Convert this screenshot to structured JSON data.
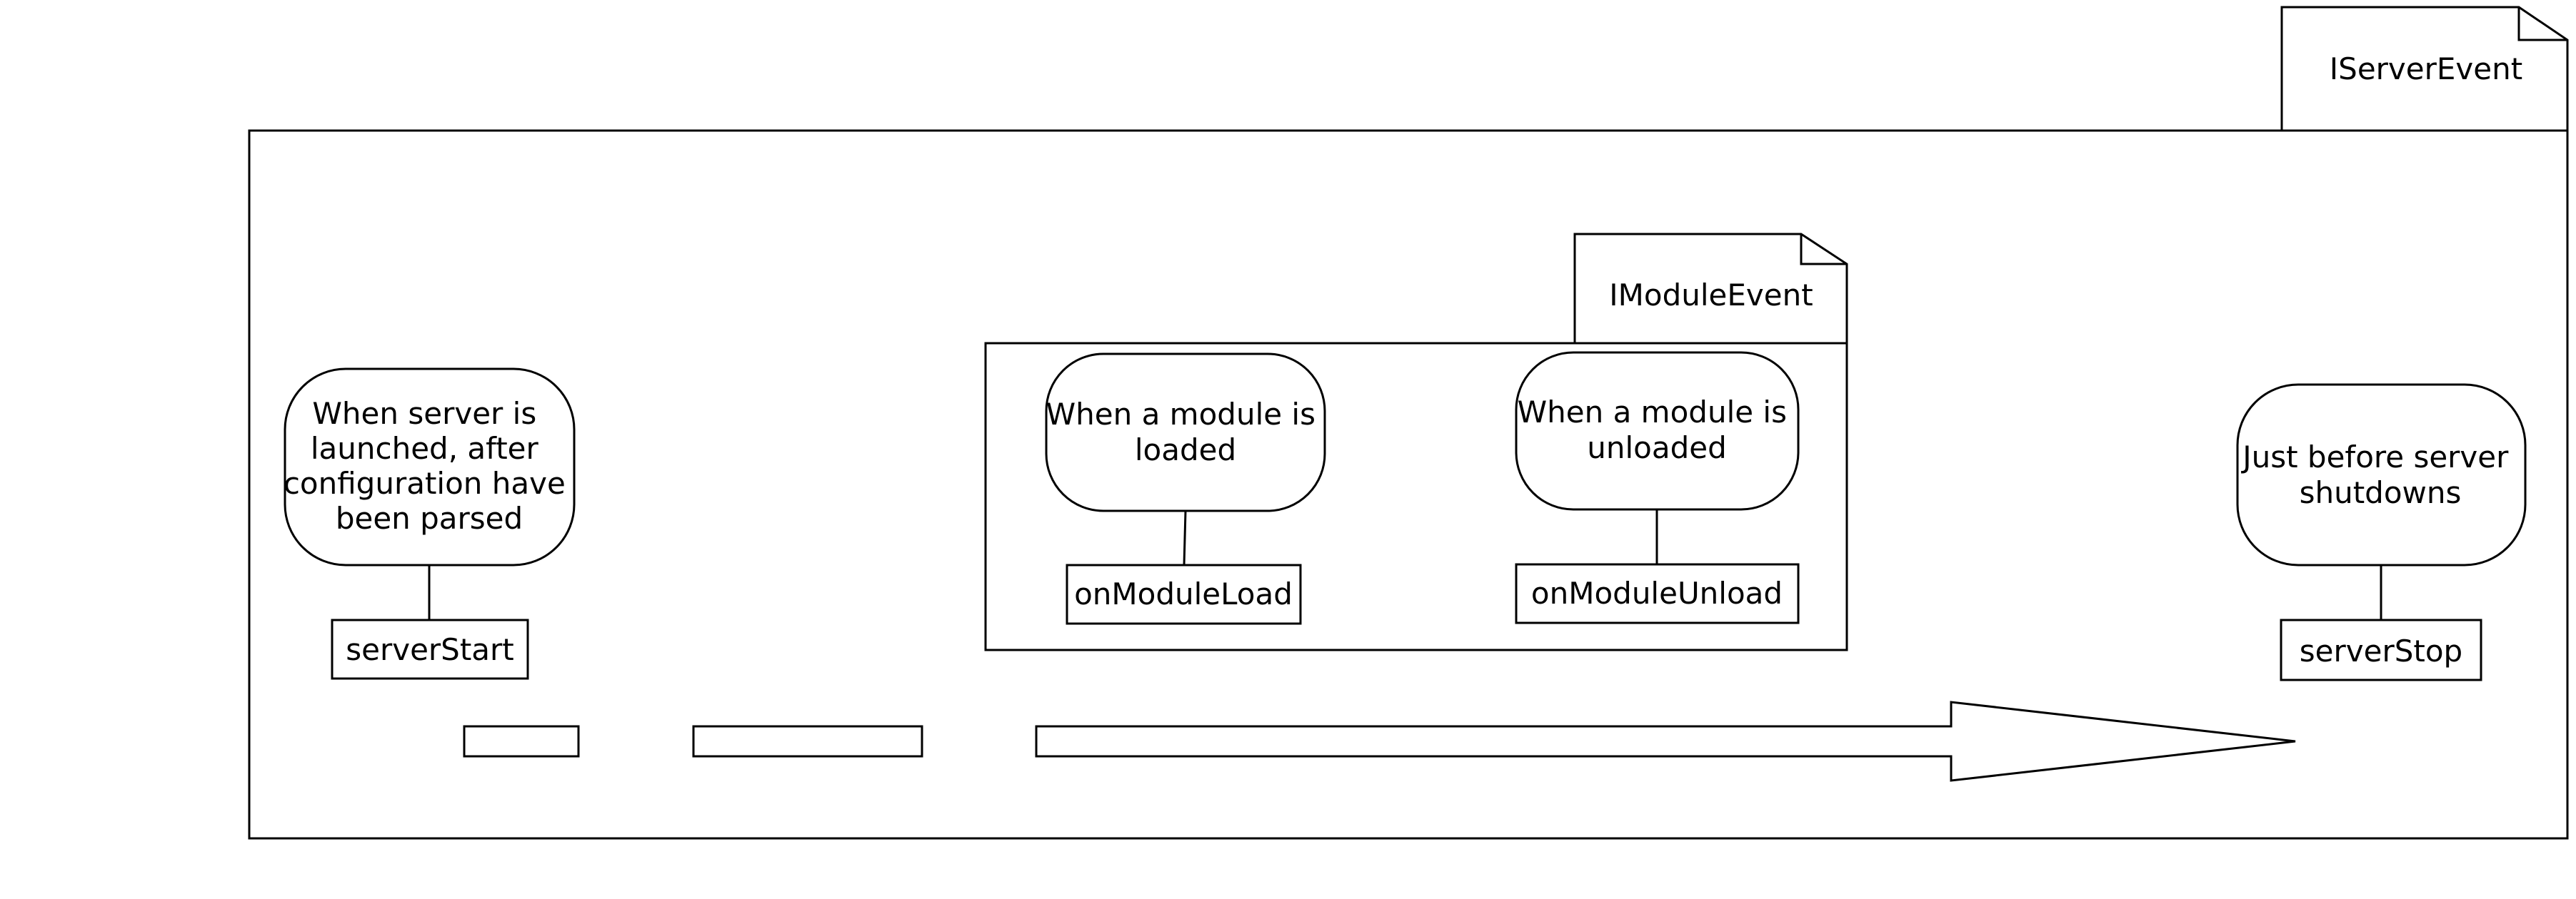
{
  "packages": {
    "server": {
      "tab_label": "IServerEvent"
    },
    "module": {
      "tab_label": "IModuleEvent"
    }
  },
  "events": {
    "server_start": {
      "description": [
        "When server is",
        "launched, after",
        "configuration have",
        "been parsed"
      ],
      "method": "serverStart"
    },
    "module_load": {
      "description": [
        "When a module is",
        "loaded"
      ],
      "method": "onModuleLoad"
    },
    "module_unload": {
      "description": [
        "When a module is",
        "unloaded"
      ],
      "method": "onModuleUnload"
    },
    "server_stop": {
      "description": [
        "Just before server",
        "shutdowns"
      ],
      "method": "serverStop"
    }
  },
  "colors": {
    "stroke": "#000000",
    "fill": "#ffffff"
  }
}
